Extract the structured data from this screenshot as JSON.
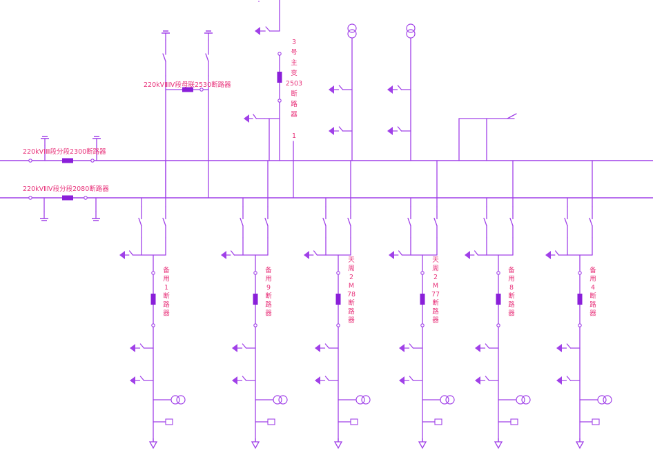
{
  "colors": {
    "line": "#a040e8",
    "line_light": "#c77cf0",
    "breaker": "#8a1fd9",
    "label": "#e8327a"
  },
  "bus_couplers": {
    "iv_bus_section": "220kVⅢⅣ段母联2530断路器",
    "upper_section": "220kVⅠⅢ段分段2300断路器",
    "lower_section": "220kVⅡⅣ段分段2080断路器"
  },
  "transformer_bay": {
    "label_chars": [
      "3",
      "号",
      "主",
      "变",
      "2503",
      "断",
      "路",
      "器"
    ],
    "marker": "1"
  },
  "feeders": [
    {
      "chars": [
        "备",
        "用",
        "1",
        "断",
        "路",
        "器"
      ]
    },
    {
      "chars": [
        "备",
        "用",
        "9",
        "断",
        "路",
        "器"
      ]
    },
    {
      "chars": [
        "天",
        "周",
        "2",
        "M",
        "78",
        "断",
        "路",
        "器"
      ]
    },
    {
      "chars": [
        "天",
        "周",
        "2",
        "M",
        "77",
        "断",
        "路",
        "器"
      ]
    },
    {
      "chars": [
        "备",
        "用",
        "8",
        "断",
        "路",
        "器"
      ]
    },
    {
      "chars": [
        "备",
        "用",
        "4",
        "断",
        "路",
        "器"
      ]
    }
  ]
}
